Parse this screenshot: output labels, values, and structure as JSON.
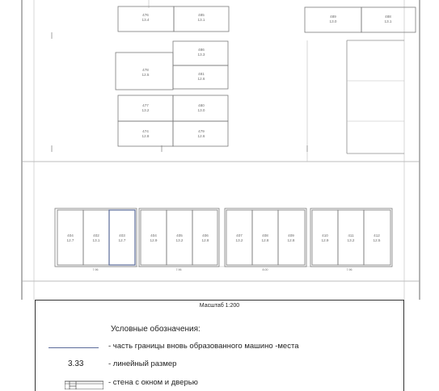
{
  "spaces": {
    "upper_left": [
      {
        "num": "476",
        "area": "13.4"
      },
      {
        "num": "485",
        "area": "13.1"
      },
      {
        "num": "486",
        "area": "13.3"
      },
      {
        "num": "478",
        "area": "12.5"
      },
      {
        "num": "481",
        "area": "12.6"
      },
      {
        "num": "477",
        "area": "13.2"
      },
      {
        "num": "480",
        "area": "13.0"
      },
      {
        "num": "474",
        "area": "12.8"
      },
      {
        "num": "479",
        "area": "12.6"
      }
    ],
    "upper_right": [
      {
        "num": "489",
        "area": "13.0"
      },
      {
        "num": "488",
        "area": "13.1"
      }
    ],
    "bottom_groups": [
      {
        "width": "7.96",
        "spaces": [
          {
            "num": "404",
            "area": "12.7"
          },
          {
            "num": "402",
            "area": "13.1"
          },
          {
            "num": "403",
            "area": "12.7"
          }
        ]
      },
      {
        "width": "7.96",
        "spaces": [
          {
            "num": "404",
            "area": "12.9"
          },
          {
            "num": "405",
            "area": "13.2"
          },
          {
            "num": "406",
            "area": "12.8"
          }
        ]
      },
      {
        "width": "8.00",
        "spaces": [
          {
            "num": "407",
            "area": "13.2"
          },
          {
            "num": "408",
            "area": "12.8"
          },
          {
            "num": "409",
            "area": "12.8"
          }
        ]
      },
      {
        "width": "7.96",
        "spaces": [
          {
            "num": "410",
            "area": "12.9"
          },
          {
            "num": "411",
            "area": "13.2"
          },
          {
            "num": "412",
            "area": "12.5"
          }
        ]
      }
    ]
  },
  "legend": {
    "scale": "Масштаб 1:200",
    "title": "Условные обозначения:",
    "items": [
      {
        "symbol": "line",
        "text": "- часть границы вновь образованного машино -места"
      },
      {
        "symbol": "number",
        "symbol_text": "3.33",
        "text": "- линейный размер"
      },
      {
        "symbol": "wall",
        "text": "- стена с окном и дверью"
      }
    ]
  },
  "colors": {
    "wall": "#8c8c8c",
    "space_border": "#7a7a7a",
    "highlight_border": "#5b6b9a",
    "label": "#6a6a6a"
  }
}
